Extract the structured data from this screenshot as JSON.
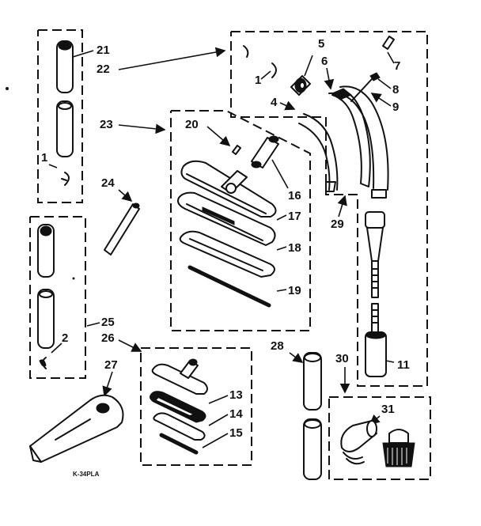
{
  "diagram": {
    "figure_code": "K-34PLA",
    "callouts": {
      "c1a": "1",
      "c1b": "1",
      "c2": "2",
      "c4": "4",
      "c5": "5",
      "c6": "6",
      "c7": "7",
      "c8": "8",
      "c9": "9",
      "c11": "11",
      "c13": "13",
      "c14": "14",
      "c15": "15",
      "c16": "16",
      "c17": "17",
      "c18": "18",
      "c19": "19",
      "c20": "20",
      "c21": "21",
      "c22": "22",
      "c23": "23",
      "c24": "24",
      "c25": "25",
      "c26": "26",
      "c27": "27",
      "c28": "28",
      "c29": "29",
      "c30": "30",
      "c31": "31"
    }
  }
}
